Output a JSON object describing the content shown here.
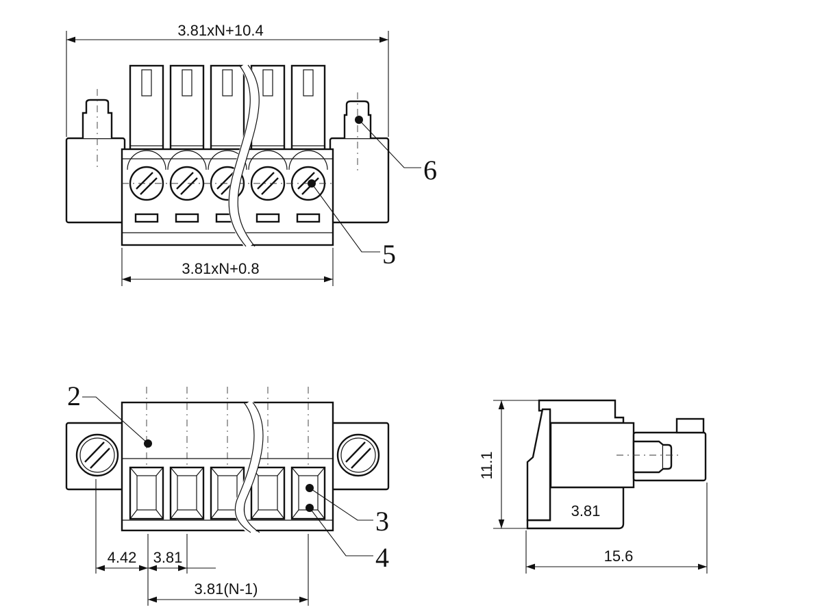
{
  "top_view": {
    "dim_overall": "3.81xN+10.4",
    "dim_body": "3.81xN+0.8",
    "callout_pin": "6",
    "callout_screw": "5"
  },
  "front_view": {
    "callout_body": "2",
    "callout_entry_top": "3",
    "callout_entry_bottom": "4",
    "dim_flange": "4.42",
    "dim_pitch": "3.81",
    "dim_span": "3.81(N-1)"
  },
  "side_view": {
    "dim_height": "11.1",
    "dim_pitch": "3.81",
    "dim_depth": "15.6"
  },
  "colors": {
    "line": "#111111",
    "background": "#ffffff"
  }
}
